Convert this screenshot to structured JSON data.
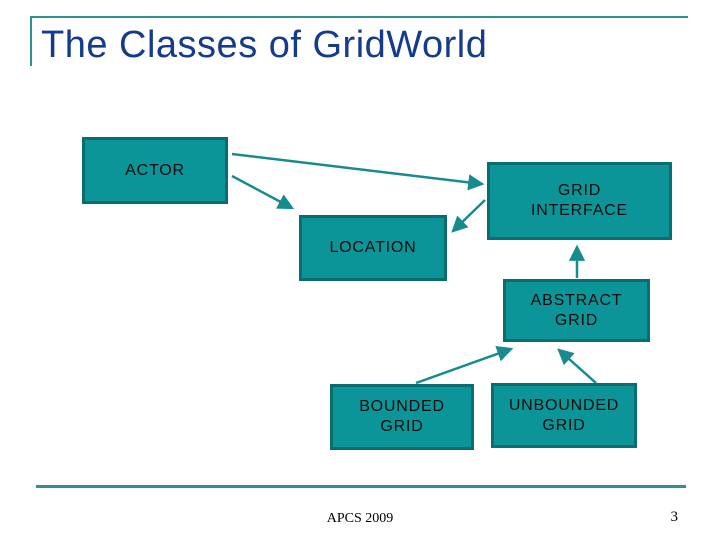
{
  "slide": {
    "title": "The Classes of GridWorld",
    "colors": {
      "title": "#153C8C",
      "box_fill": "#0C9598",
      "box_border": "#0A6E70",
      "connector": "#178C8F",
      "rule": "#2E9093"
    },
    "diagram": {
      "boxes": {
        "actor": {
          "line1": "ACTOR"
        },
        "grid_interface": {
          "line1": "GRID",
          "line2": "INTERFACE"
        },
        "location": {
          "line1": "LOCATION"
        },
        "abstract_grid": {
          "line1": "ABSTRACT",
          "line2": "GRID"
        },
        "bounded_grid": {
          "line1": "BOUNDED",
          "line2": "GRID"
        },
        "unbounded_grid": {
          "line1": "UNBOUNDED",
          "line2": "GRID"
        }
      },
      "relations": [
        "ACTOR -> GRID INTERFACE",
        "ACTOR -> LOCATION",
        "GRID INTERFACE -> LOCATION",
        "ABSTRACT GRID -> GRID INTERFACE",
        "BOUNDED GRID -> ABSTRACT GRID",
        "UNBOUNDED GRID -> ABSTRACT GRID"
      ]
    },
    "footer": {
      "label": "APCS 2009",
      "page_number": "3"
    }
  }
}
